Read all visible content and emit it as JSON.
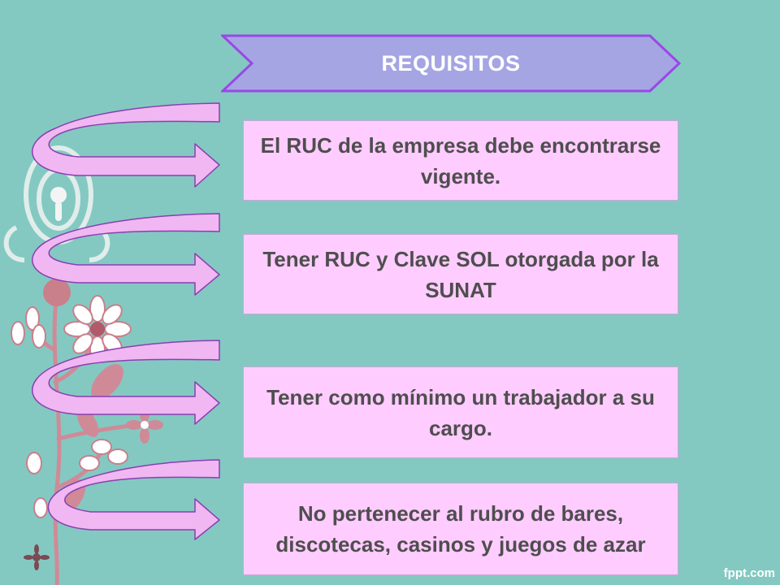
{
  "header": {
    "title": "REQUISITOS"
  },
  "requirements": [
    {
      "text": "El RUC de la empresa debe encontrarse vigente."
    },
    {
      "text": "Tener RUC y Clave SOL otorgada por la SUNAT"
    },
    {
      "text": "Tener como mínimo un trabajador a su cargo."
    },
    {
      "text": "No pertenecer al rubro de bares, discotecas, casinos y juegos de azar"
    }
  ],
  "watermark": "fppt.com",
  "colors": {
    "background": "#83c9c2",
    "banner_fill": "#a5a5e4",
    "banner_border": "#9b47e6",
    "box_fill": "#ffccff",
    "box_text": "#4e4e4e",
    "arrow_fill": "#f0b7f2",
    "arrow_border": "#8a3fb0",
    "stem": "#d08a97"
  }
}
